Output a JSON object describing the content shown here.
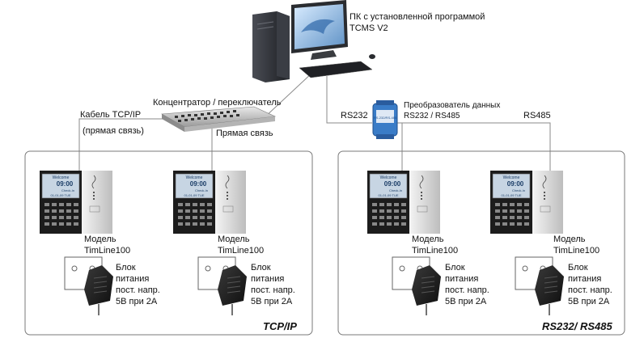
{
  "pc": {
    "label": "ПК с установленной программой\nTCMS V2"
  },
  "hub": {
    "label": "Концентратор / переключатель"
  },
  "converter": {
    "label": "Преобразователь данных\nRS232 / RS485",
    "device_text": "RS-232/RS-485"
  },
  "links": {
    "tcpip_cable": "Кабель TCP/IP",
    "direct_link_paren": "(прямая связь)",
    "direct_link": "Прямая связь",
    "rs232": "RS232",
    "rs485": "RS485"
  },
  "terminal": {
    "model_label": "Модель\nTimLine100",
    "screen_line1": "Welcome",
    "screen_time": "09:00",
    "screen_line3": "Check-In",
    "screen_line4": "01-01-09   TUE"
  },
  "power": {
    "label": "Блок\nпитания\nпост. напр.\n5В при 2А"
  },
  "groups": {
    "tcpip_title": "TCP/IP",
    "rs_title": "RS232/ RS485"
  },
  "colors": {
    "line": "#8a8a8a",
    "group_border": "#7a7a7a",
    "terminal_body": "#1c1c1c",
    "terminal_silver": "#e3e3e3",
    "screen_bg": "#c7d5e3",
    "converter_blue": "#3a7cc7"
  }
}
